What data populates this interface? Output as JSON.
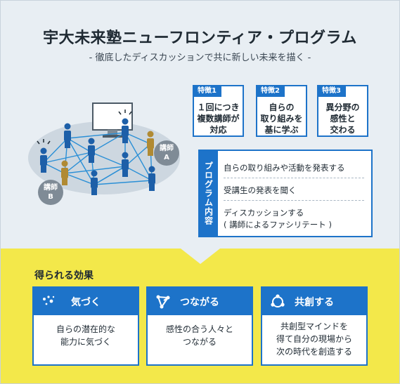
{
  "header": {
    "title": "宇大未来塾ニューフロンティア・プログラム",
    "subtitle": "- 徹底したディスカッションで共に新しい未来を描く -"
  },
  "illustration": {
    "lecturer_a": [
      "講師",
      "A"
    ],
    "lecturer_b": [
      "講師",
      "B"
    ]
  },
  "features": [
    {
      "badge": "特徴1",
      "lines": [
        "１回につき",
        "複数講師が",
        "対応"
      ]
    },
    {
      "badge": "特徴2",
      "lines": [
        "自らの",
        "取り組みを",
        "基に学ぶ"
      ]
    },
    {
      "badge": "特徴3",
      "lines": [
        "異分野の",
        "感性と",
        "交わる"
      ]
    }
  ],
  "program": {
    "label": "プログラム内容",
    "items": [
      "自らの取り組みや活動を発表する",
      "受講生の発表を聞く",
      "ディスカッションする",
      "( 講師によるファシリテート )"
    ]
  },
  "effects": {
    "title": "得られる効果",
    "cards": [
      {
        "label": "気づく",
        "icon": "sparkle-dots-icon",
        "lines": [
          "自らの潜在的な",
          "能力に気づく"
        ]
      },
      {
        "label": "つながる",
        "icon": "network-nodes-icon",
        "lines": [
          "感性の合う人々と",
          "つながる"
        ]
      },
      {
        "label": "共創する",
        "icon": "cocreation-cycle-icon",
        "lines": [
          "共創型マインドを",
          "得て自分の現場から",
          "次の時代を創造する"
        ]
      }
    ]
  },
  "colors": {
    "accent_blue": "#1d73c9",
    "top_bg": "#e8eef3",
    "bottom_bg": "#f3e84a",
    "person_blue": "#1d5fa8",
    "lecturer_gold": "#b08a33"
  }
}
